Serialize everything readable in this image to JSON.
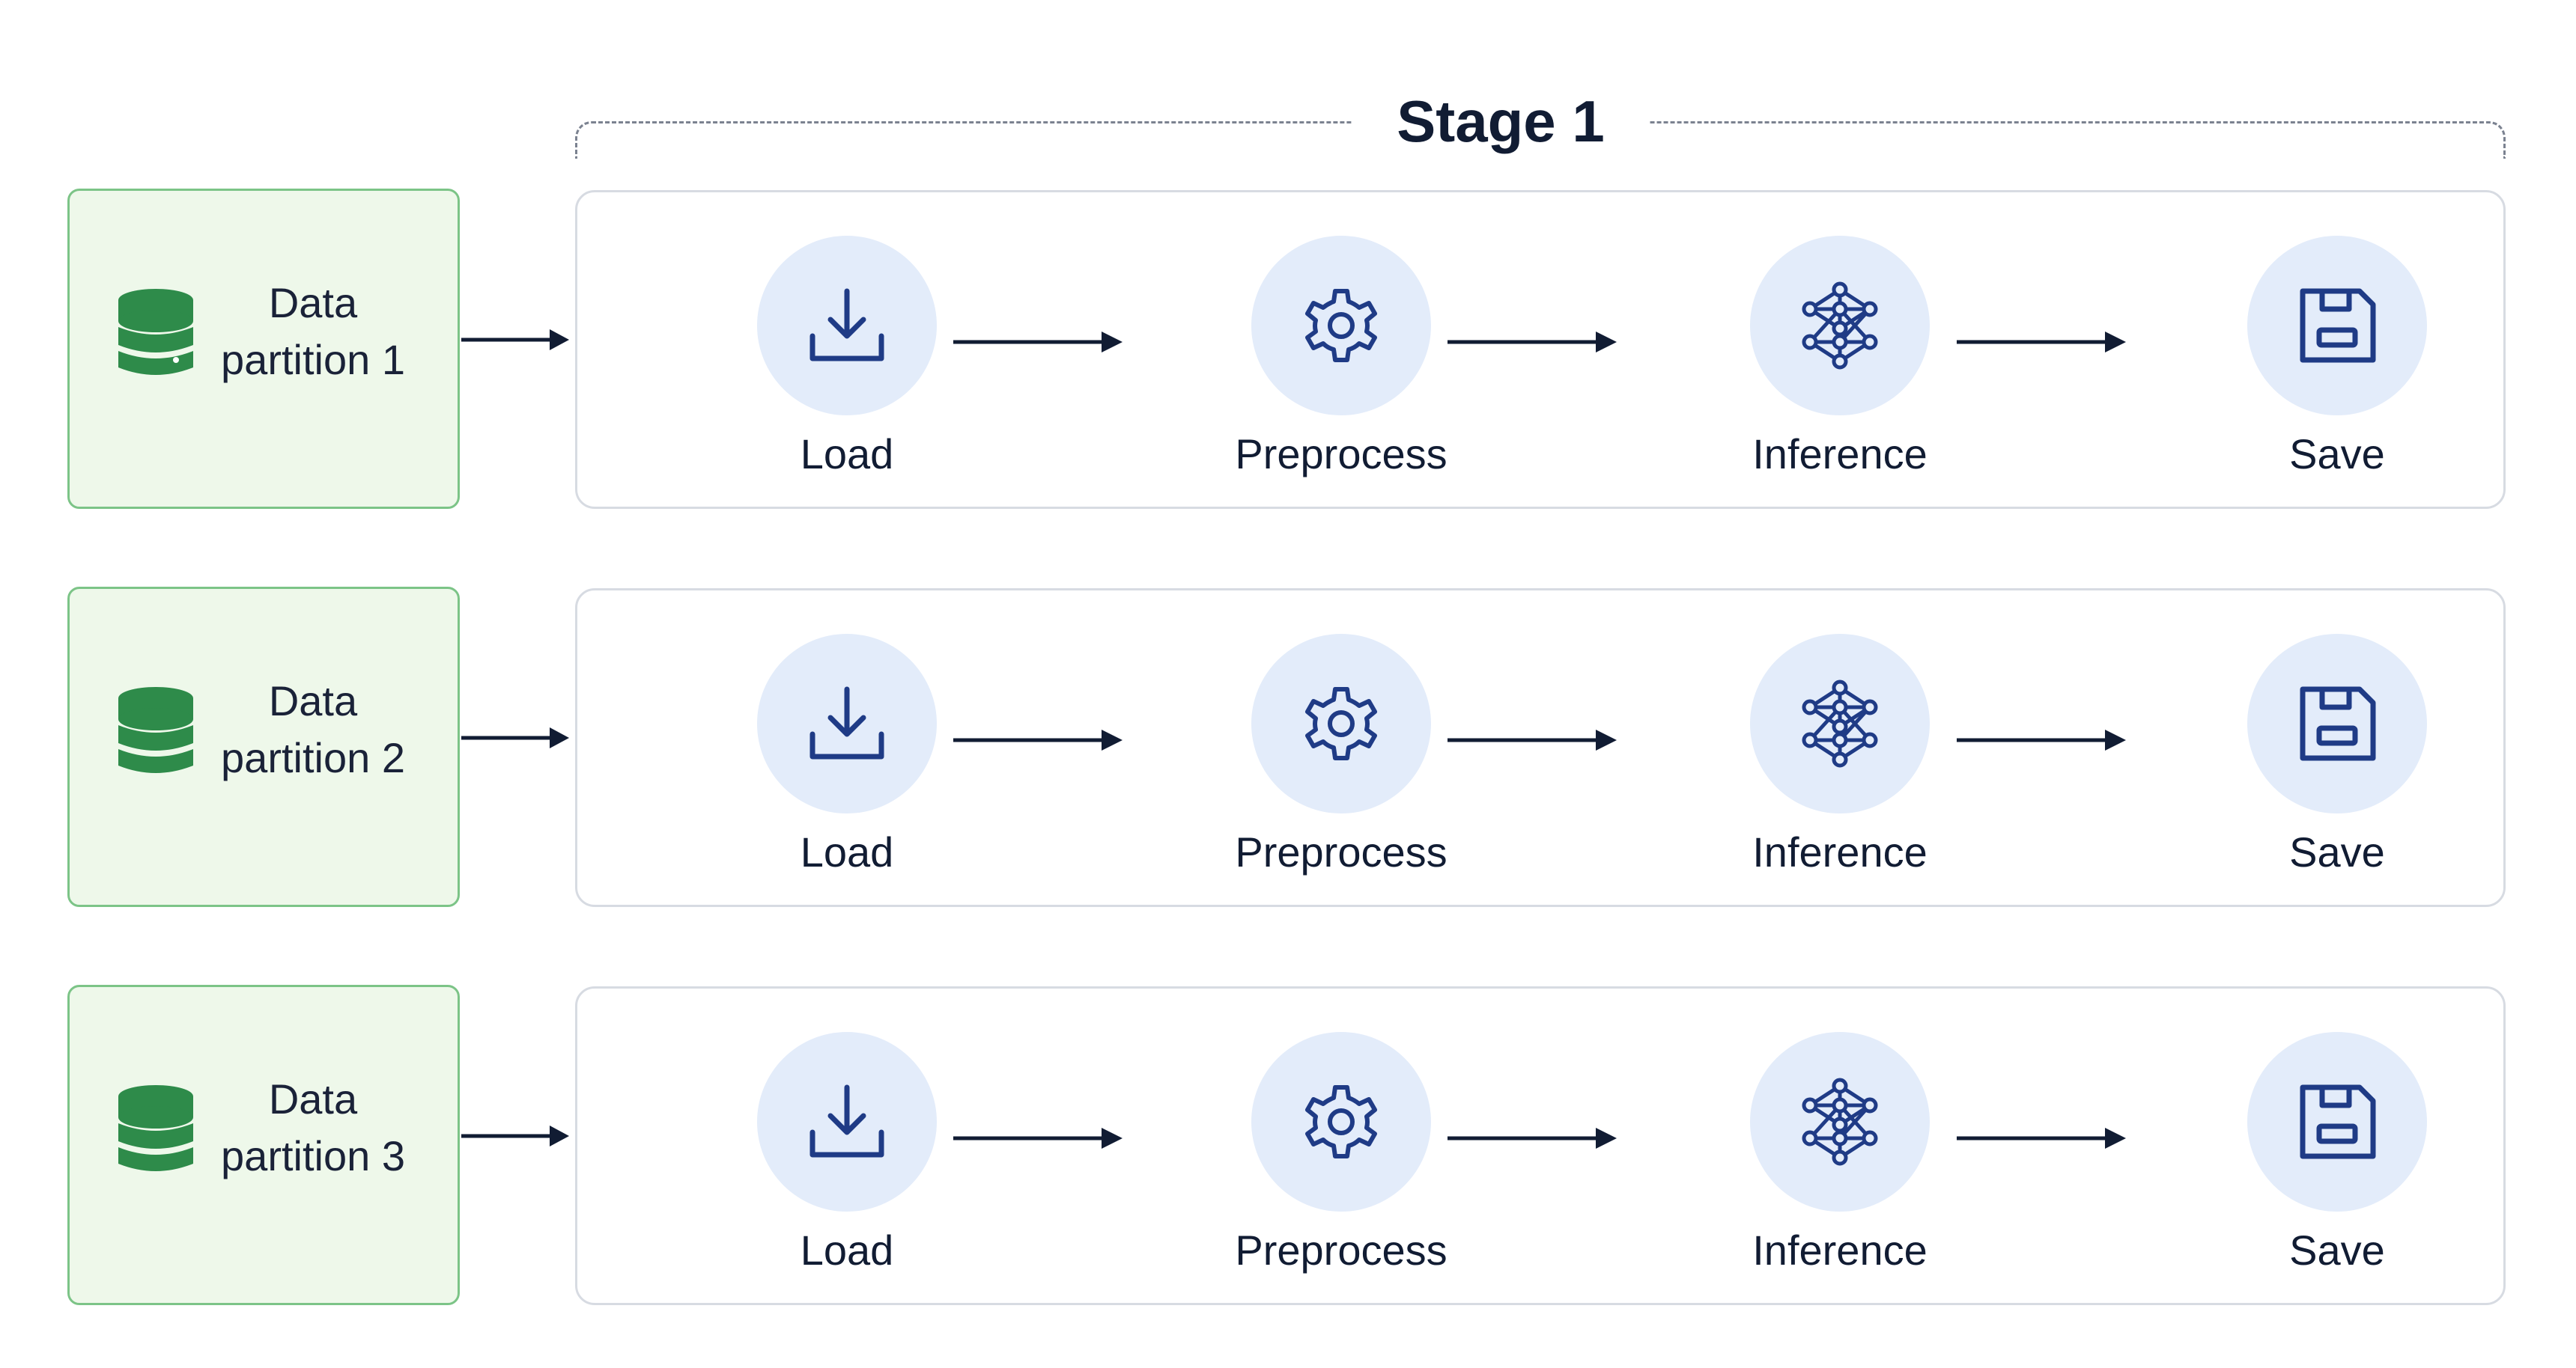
{
  "stage": {
    "title": "Stage 1"
  },
  "steps": [
    {
      "label": "Load",
      "icon": "download-icon"
    },
    {
      "label": "Preprocess",
      "icon": "gear-icon"
    },
    {
      "label": "Inference",
      "icon": "neural-network-icon"
    },
    {
      "label": "Save",
      "icon": "floppy-disk-icon"
    }
  ],
  "rows": [
    {
      "partition_line1": "Data",
      "partition_line2": "partition 1",
      "icon": "database-icon"
    },
    {
      "partition_line1": "Data",
      "partition_line2": "partition 2",
      "icon": "database-icon"
    },
    {
      "partition_line1": "Data",
      "partition_line2": "partition 3",
      "icon": "database-icon"
    }
  ],
  "colors": {
    "partition_fill": "#eef8ea",
    "partition_border": "#7cc487",
    "database_icon": "#2e8b4a",
    "step_circle": "#e3ecfa",
    "step_icon": "#1f3b86",
    "arrow": "#111c33",
    "stage_border": "#d7dbe2"
  }
}
